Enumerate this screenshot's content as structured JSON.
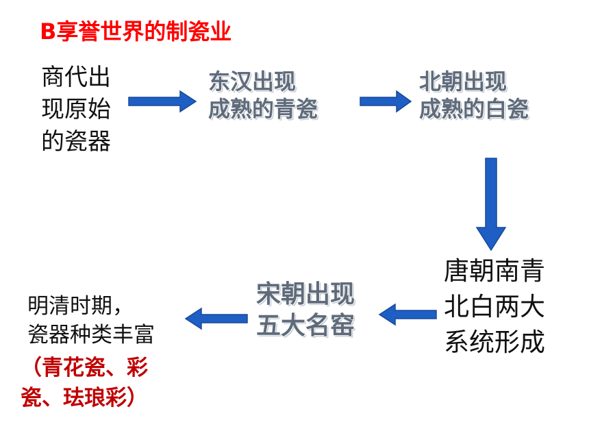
{
  "title": "B享誉世界的制瓷业",
  "colors": {
    "title": "#ff0000",
    "arrow": "#1f5fc4",
    "highlight_text": "#5f6b7a",
    "note_text": "#c00000"
  },
  "nodes": {
    "shang": [
      "商代出",
      "现原始",
      "的瓷器"
    ],
    "donghan": [
      "东汉出现",
      "成熟的青瓷"
    ],
    "beichao": [
      "北朝出现",
      "成熟的白瓷"
    ],
    "tang": [
      "唐朝南青",
      "北白两大",
      "系统形成"
    ],
    "song": [
      "宋朝出现",
      "五大名窑"
    ],
    "mingqing": [
      "明清时期，",
      "瓷器种类丰富"
    ],
    "mingqing_note": [
      "（青花瓷、彩",
      "瓷、珐琅彩）"
    ]
  },
  "arrows": [
    {
      "from": "shang",
      "to": "donghan",
      "direction": "right"
    },
    {
      "from": "donghan",
      "to": "beichao",
      "direction": "right"
    },
    {
      "from": "beichao",
      "to": "tang",
      "direction": "down"
    },
    {
      "from": "tang",
      "to": "song",
      "direction": "left"
    },
    {
      "from": "song",
      "to": "mingqing",
      "direction": "left"
    }
  ]
}
